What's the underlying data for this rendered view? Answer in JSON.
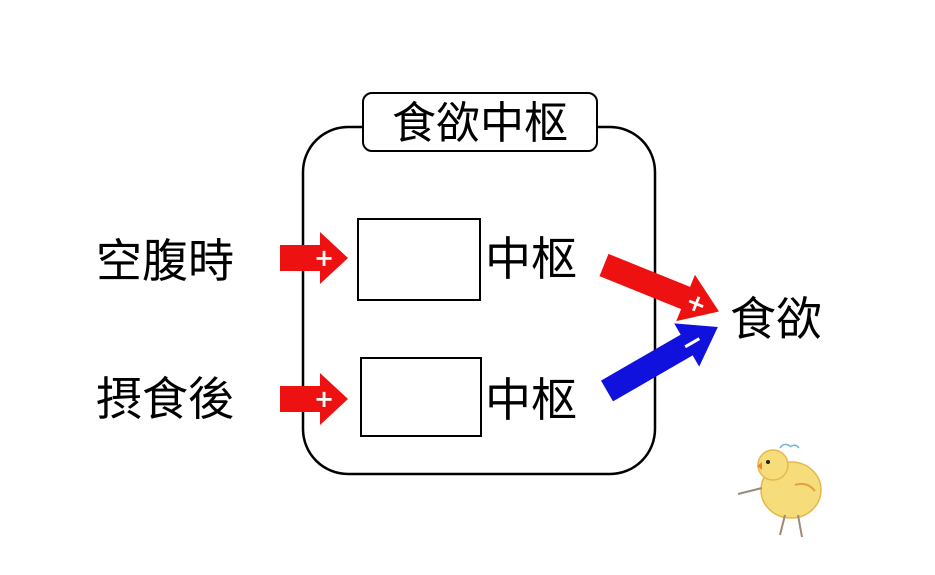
{
  "diagram": {
    "title": "食欲中枢",
    "inputs": [
      {
        "label": "空腹時",
        "sign": "+"
      },
      {
        "label": "摂食後",
        "sign": "+"
      }
    ],
    "centers": [
      {
        "label": "中枢",
        "blank": ""
      },
      {
        "label": "中枢",
        "blank": ""
      }
    ],
    "output": {
      "label": "食欲"
    },
    "effects": [
      {
        "sign": "+",
        "color": "#ee1111"
      },
      {
        "sign": "−",
        "color": "#1111dd"
      }
    ],
    "colors": {
      "plus_arrow": "#ee1111",
      "minus_arrow": "#1111dd",
      "stroke": "#000000"
    },
    "decoration": {
      "icon": "chick-icon"
    }
  }
}
